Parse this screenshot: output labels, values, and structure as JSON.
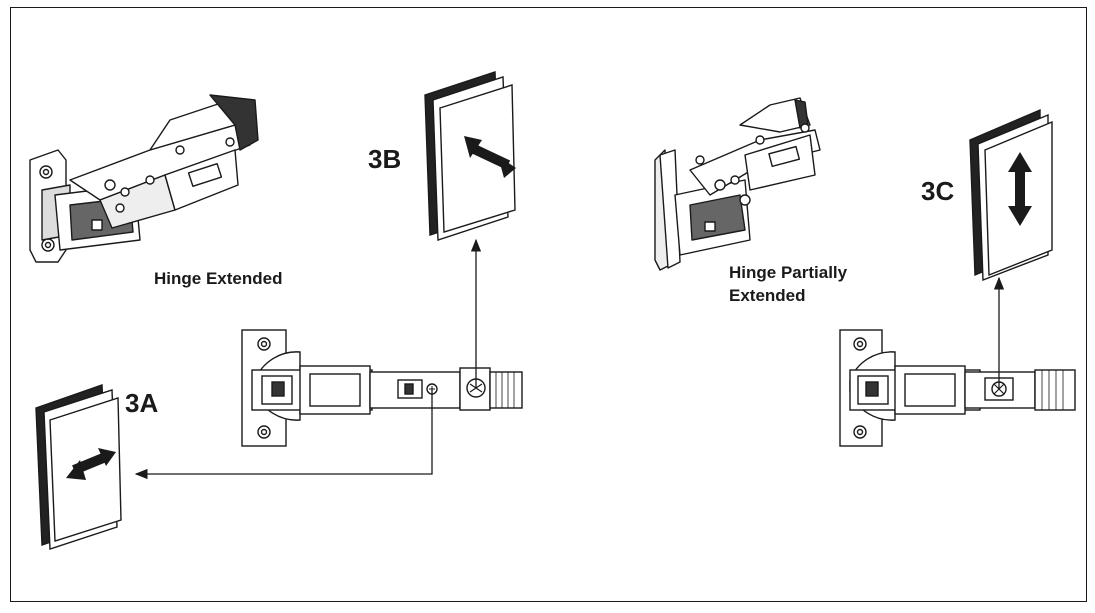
{
  "labels": {
    "hinge_extended": "Hinge Extended",
    "hinge_partially_line1": "Hinge Partially",
    "hinge_partially_line2": "Extended",
    "tag_3a": "3A",
    "tag_3b": "3B",
    "tag_3c": "3C"
  },
  "colors": {
    "ink": "#1a1a1a",
    "background": "#ffffff",
    "shade": "#555555"
  }
}
